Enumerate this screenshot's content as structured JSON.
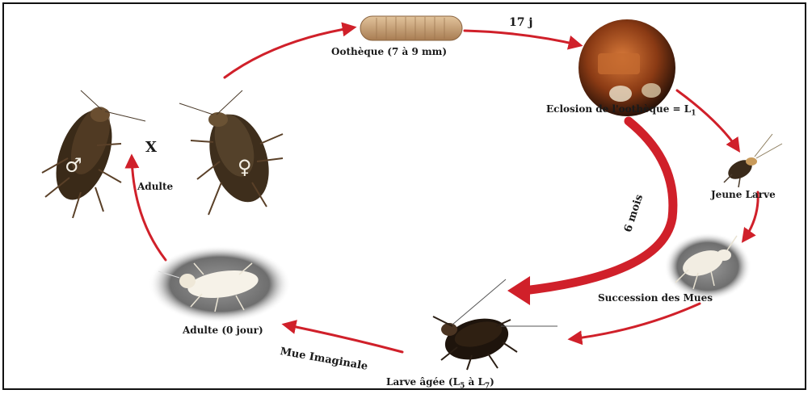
{
  "labels": {
    "ootheque": "Oothèque (7 à 9 mm)",
    "days": "17 j",
    "eclosion": "Eclosion de l'oothèque = L",
    "eclosion_sub": "1",
    "jeune_larve": "Jeune  Larve",
    "succession": "Succession  des  Mues",
    "larve_agee_a": "Larve âgée (L",
    "larve_agee_sub1": "5",
    "larve_agee_b": " à L",
    "larve_agee_sub2": "7",
    "larve_agee_c": ")",
    "mue_imaginale": "Mue Imaginale",
    "adulte_0": "Adulte (0 jour)",
    "adulte": "Adulte",
    "six_mois": "6 mois",
    "cross": "X",
    "male_symbol": "♂",
    "female_symbol": "♀"
  },
  "colors": {
    "arrow": "#d0202a",
    "arrow_dark": "#b51820",
    "ootheque": "#c8a27a",
    "roach_dark": "#2a1e14",
    "roach_brown": "#4a3520",
    "roach_white": "#f4f0e6",
    "shadow_bg": "#6e6e6e"
  },
  "icons": [
    "ootheque-capsule",
    "eclosion-photo",
    "young-nymph",
    "molting-nymph",
    "old-nymph",
    "white-adult",
    "male-adult",
    "female-adult"
  ]
}
